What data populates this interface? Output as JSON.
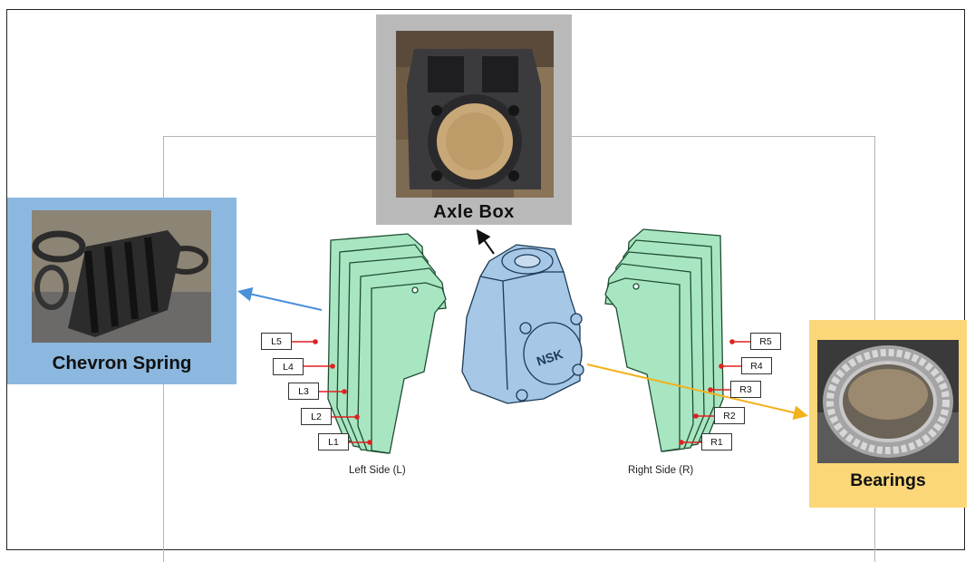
{
  "callouts": {
    "axle_box": "Axle Box",
    "chevron_spring": "Chevron Spring",
    "bearings": "Bearings"
  },
  "sides": {
    "left": "Left Side (L)",
    "right": "Right Side (R)"
  },
  "left_labels": [
    "L5",
    "L4",
    "L3",
    "L2",
    "L1"
  ],
  "right_labels": [
    "R5",
    "R4",
    "R3",
    "R2",
    "R1"
  ],
  "axle_box_marking": "NSK",
  "colors": {
    "axle_box_panel": "#b9b9b9",
    "chevron_panel": "#8cb8df",
    "bearings_panel": "#fbd77a",
    "spring_fill": "#a8e6c2",
    "axlebox_fill": "#a7c7e6",
    "arrow_blue": "#4a90d9",
    "arrow_orange": "#f2b21c",
    "sensor_red": "#e02020"
  }
}
